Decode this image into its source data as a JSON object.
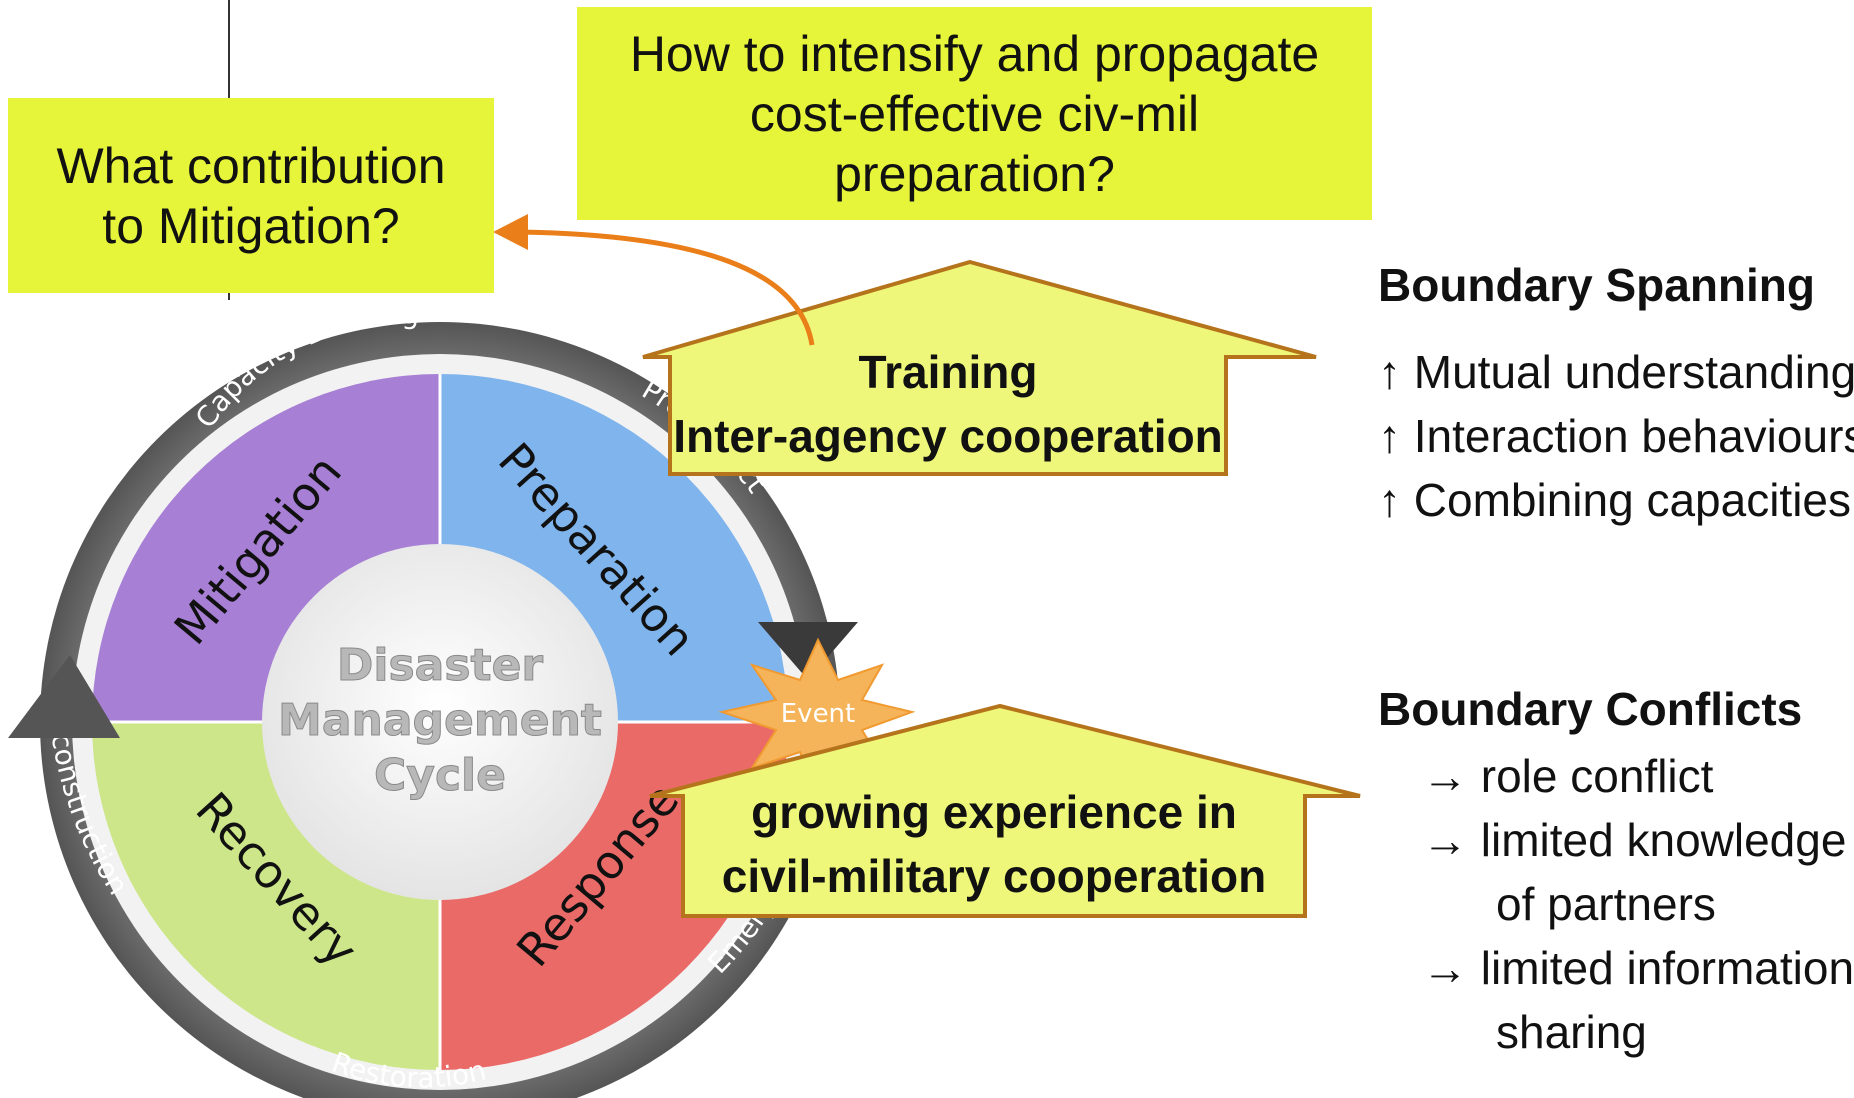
{
  "questions": {
    "propagate": "How to intensify and propagate cost-effective civ-mil preparation?",
    "mitigation": "What contribution to Mitigation?"
  },
  "cycle": {
    "center_line1": "Disaster",
    "center_line2": "Management",
    "center_line3": "Cycle",
    "quadrants": {
      "mitigation": "Mitigation",
      "preparation": "Preparation",
      "response": "Response",
      "recovery": "Recovery"
    },
    "ring_labels": {
      "capacity_building": "Capacity Building",
      "pre_impact": "Pre-impact",
      "emergency": "Emergency",
      "restoration": "Restoration",
      "reconstruction": "Reconstruction"
    },
    "event": "Event"
  },
  "callouts": {
    "training_line1": "Training",
    "training_line2": "Inter-agency cooperation",
    "experience_line1": "growing experience in",
    "experience_line2": "civil-military cooperation"
  },
  "boundary_spanning": {
    "title": "Boundary Spanning",
    "items": [
      "↑ Mutual understanding",
      "↑ Interaction behaviours",
      "↑ Combining capacities"
    ]
  },
  "boundary_conflicts": {
    "title": "Boundary Conflicts",
    "items": [
      "→ role conflict",
      "→ limited knowledge",
      "of partners",
      "→ limited information",
      "sharing"
    ]
  },
  "colors": {
    "question_fill": "#e6f43a",
    "callout_fill": "#eef77a",
    "callout_border": "#b5741b",
    "arrow_orange": "#ea7e19",
    "mitigation": "#a77fd4",
    "preparation": "#7fb4ec",
    "response": "#ea6a68",
    "recovery": "#cde68a",
    "ring": "#6c6c6c"
  }
}
